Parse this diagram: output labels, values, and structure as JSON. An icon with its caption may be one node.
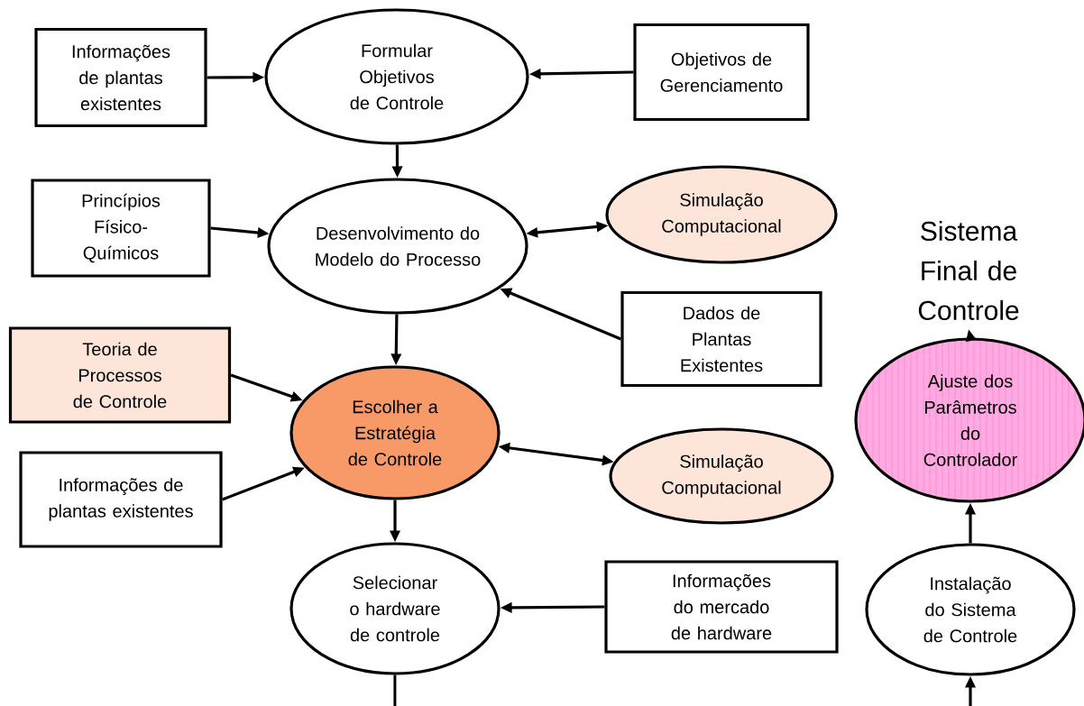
{
  "diagram": {
    "nodes": [
      {
        "text": [
          "Informações de plantas existentes"
        ]
      },
      {
        "text": [
          "Formular Objetivos de Controle"
        ]
      },
      {
        "text": [
          "Objetivos de Gerenciamento"
        ]
      },
      {
        "text": [
          "Princípios Físico-Químicos"
        ]
      },
      {
        "text": [
          "Desenvolvimento do Modelo do Processo"
        ]
      },
      {
        "text": [
          "Simulação Computacional"
        ]
      },
      {
        "text": [
          "Dados de Plantas Existentes"
        ]
      },
      {
        "text": [
          "Sistema Final de Controle"
        ]
      },
      {
        "text": [
          "Teoria de Processos de Controle"
        ]
      },
      {
        "text": [
          "Escolher a Estratégia de Controle"
        ]
      },
      {
        "text": [
          "Informações de plantas existentes"
        ]
      },
      {
        "text": [
          "Simulação Computacional"
        ]
      },
      {
        "text": [
          "Ajuste dos Parâmetros do Controlador"
        ]
      },
      {
        "text": [
          "Selecionar o hardware de controle"
        ]
      },
      {
        "text": [
          "Informações do mercado de hardware"
        ]
      },
      {
        "text": [
          "Instalação do Sistema de Controle"
        ]
      }
    ],
    "edges": [
      {
        "from": 0,
        "to": 1,
        "arrow": "to"
      },
      {
        "from": 2,
        "to": 1,
        "arrow": "to"
      },
      {
        "from": 1,
        "to": 4,
        "arrow": "to"
      },
      {
        "from": 4,
        "to": 5,
        "arrow": "both"
      },
      {
        "from": 3,
        "to": 4,
        "arrow": "to"
      },
      {
        "from": 6,
        "to": 4,
        "arrow": "to"
      },
      {
        "from": 4,
        "to": 9,
        "arrow": "to"
      },
      {
        "from": 8,
        "to": 9,
        "arrow": "to"
      },
      {
        "from": 10,
        "to": 9,
        "arrow": "to"
      },
      {
        "from": 9,
        "to": 11,
        "arrow": "both"
      },
      {
        "from": 9,
        "to": 13,
        "arrow": "to"
      },
      {
        "from": 14,
        "to": 13,
        "arrow": "to"
      },
      {
        "from": 13,
        "to": null,
        "arrow": "none"
      },
      {
        "from": 12,
        "to": 7,
        "arrow": "to"
      },
      {
        "from": 15,
        "to": 12,
        "arrow": "to"
      },
      {
        "from": null,
        "to": 15,
        "arrow": "to"
      }
    ]
  }
}
